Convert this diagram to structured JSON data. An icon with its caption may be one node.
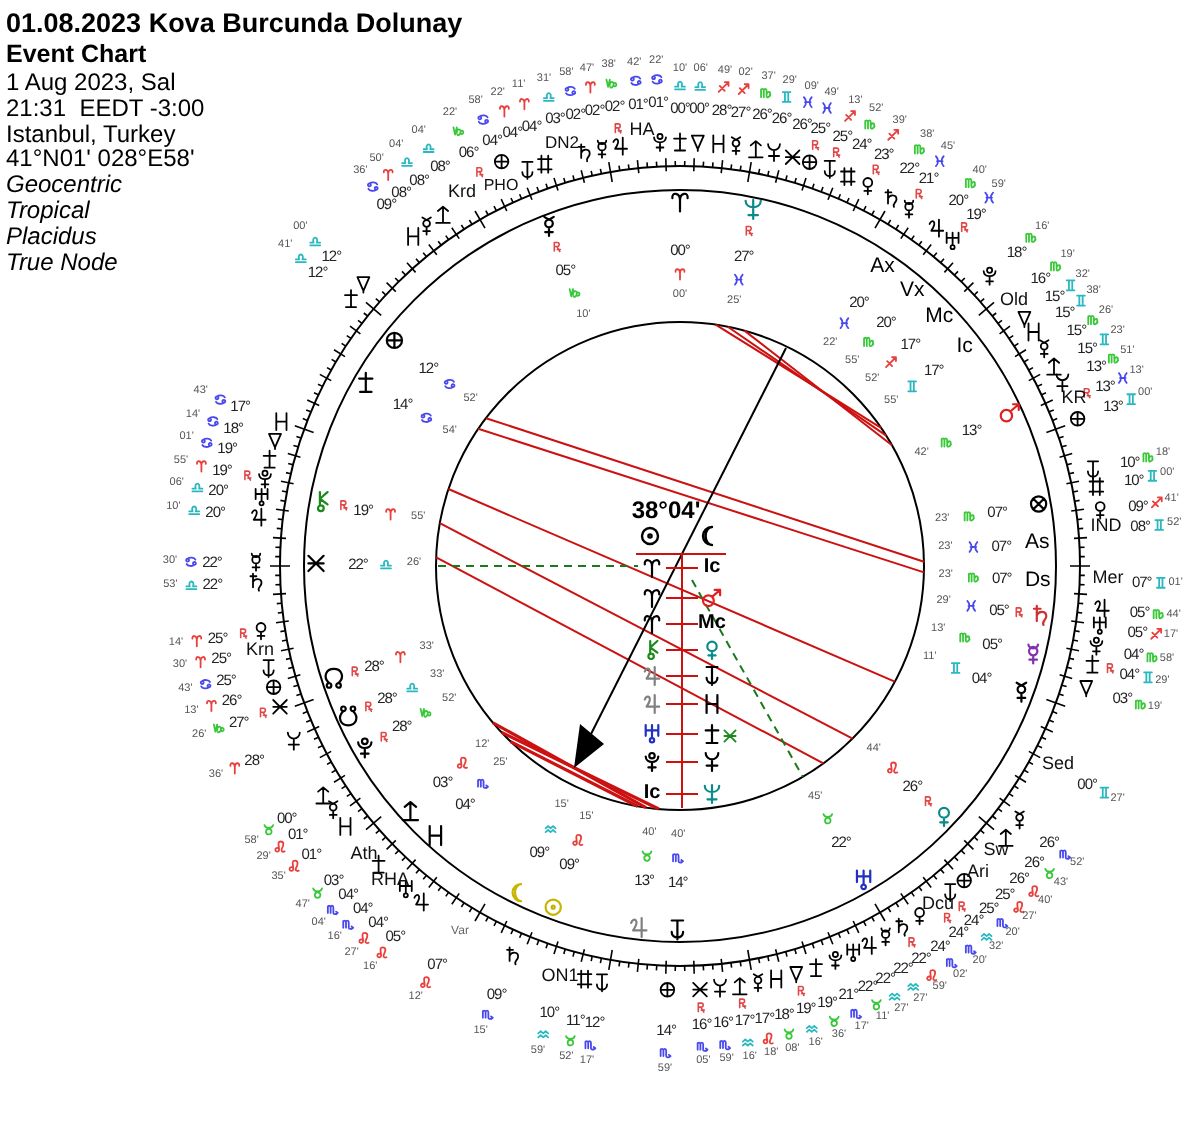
{
  "diagram": {
    "title": "01.08.2023 Kova Burcunda Dolunay",
    "labels": [
      "Event Chart",
      "1 Aug 2023, Sal",
      "21:31  EEDT -3:00",
      "Istanbul, Turkey",
      "41°N01' 028°E58'",
      "Geocentric",
      "Tropical",
      "Placidus",
      "True Node",
      "12°",
      "41'",
      "12°",
      "00'",
      "09°",
      "36'",
      "08°",
      "50'",
      "08°",
      "04'",
      "Krd",
      "08°",
      "04'",
      "PHO",
      "06°",
      "22'",
      "04°",
      "58'",
      "04°",
      "22'",
      "04°",
      "11'",
      "DN2",
      "03°",
      "31'",
      "02°",
      "58'",
      "02°",
      "47'",
      "02°",
      "38'",
      "HA",
      "01°",
      "42'",
      "01°",
      "22'",
      "00°",
      "10'",
      "00°",
      "06'",
      "28°",
      "49'",
      "27°",
      "02'",
      "26°",
      "37'",
      "26°",
      "29'",
      "26°",
      "09'",
      "25°",
      "49'",
      "25°",
      "13'",
      "24°",
      "52'",
      "23°",
      "39'",
      "22°",
      "38'",
      "21°",
      "45'",
      "20°",
      "40'",
      "19°",
      "59'",
      "18°",
      "16'",
      "Old",
      "16°",
      "19'",
      "15°",
      "32'",
      "15°",
      "38'",
      "15°",
      "26'",
      "15°",
      "23'",
      "13°",
      "51'",
      "KR",
      "13°",
      "13'",
      "13°",
      "00'",
      "10°",
      "18'",
      "10°",
      "00'",
      "09°",
      "41'",
      "IND",
      "08°",
      "52'",
      "Mer",
      "07°",
      "01'",
      "05°",
      "44'",
      "05°",
      "17'",
      "04°",
      "58'",
      "04°",
      "29'",
      "03°",
      "19'",
      "Sed",
      "00°",
      "27'",
      "26°",
      "52'",
      "26°",
      "43'",
      "Sw",
      "26°",
      "40'",
      "Ari",
      "25°",
      "27'",
      "25°",
      "20'",
      "24°",
      "32'",
      "Dcu",
      "24°",
      "20'",
      "24°",
      "02'",
      "22°",
      "59'",
      "22°",
      "27'",
      "22°",
      "27'",
      "22°",
      "11'",
      "21°",
      "17'",
      "19°",
      "36'",
      "19°",
      "16'",
      "18°",
      "08'",
      "17°",
      "18'",
      "17°",
      "16'",
      "16°",
      "59'",
      "16°",
      "05'",
      "14°",
      "59'",
      "12°",
      "17'",
      "11°",
      "52'",
      "ON1",
      "10°",
      "59'",
      "09°",
      "15'",
      "Var",
      "07°",
      "12'",
      "05°",
      "16'",
      "04°",
      "27'",
      "RHA",
      "04°",
      "16'",
      "04°",
      "04'",
      "Ath",
      "03°",
      "47'",
      "01°",
      "35'",
      "01°",
      "29'",
      "00°",
      "58'",
      "28°",
      "36'",
      "27°",
      "26'",
      "26°",
      "13'",
      "25°",
      "43'",
      "Krn",
      "25°",
      "30'",
      "25°",
      "14'",
      "22°",
      "53'",
      "22°",
      "30'",
      "20°",
      "10'",
      "20°",
      "06'",
      "19°",
      "55'",
      "19°",
      "01'",
      "18°",
      "14'",
      "17°",
      "43'",
      "00°",
      "00'",
      "27°",
      "25'",
      "Ax",
      "20°",
      "22'",
      "Vx",
      "20°",
      "55'",
      "Mc",
      "17°",
      "52'",
      "Ic",
      "17°",
      "55'",
      "13°",
      "42'",
      "07°",
      "23'",
      "As",
      "07°",
      "23'",
      "Ds",
      "07°",
      "23'",
      "05°",
      "29'",
      "05°",
      "13'",
      "04°",
      "11'",
      "26°",
      "44'",
      "22°",
      "45'",
      "14°",
      "40'",
      "13°",
      "40'",
      "09°",
      "15'",
      "09°",
      "15'",
      "04°",
      "25'",
      "03°",
      "12'",
      "28°",
      "52'",
      "28°",
      "33'",
      "28°",
      "33'",
      "22°",
      "26'",
      "19°",
      "55'",
      "14°",
      "54'",
      "12°",
      "52'",
      "05°",
      "10'",
      "38°04'",
      "Ic",
      "Mc",
      "Ic"
    ]
  }
}
